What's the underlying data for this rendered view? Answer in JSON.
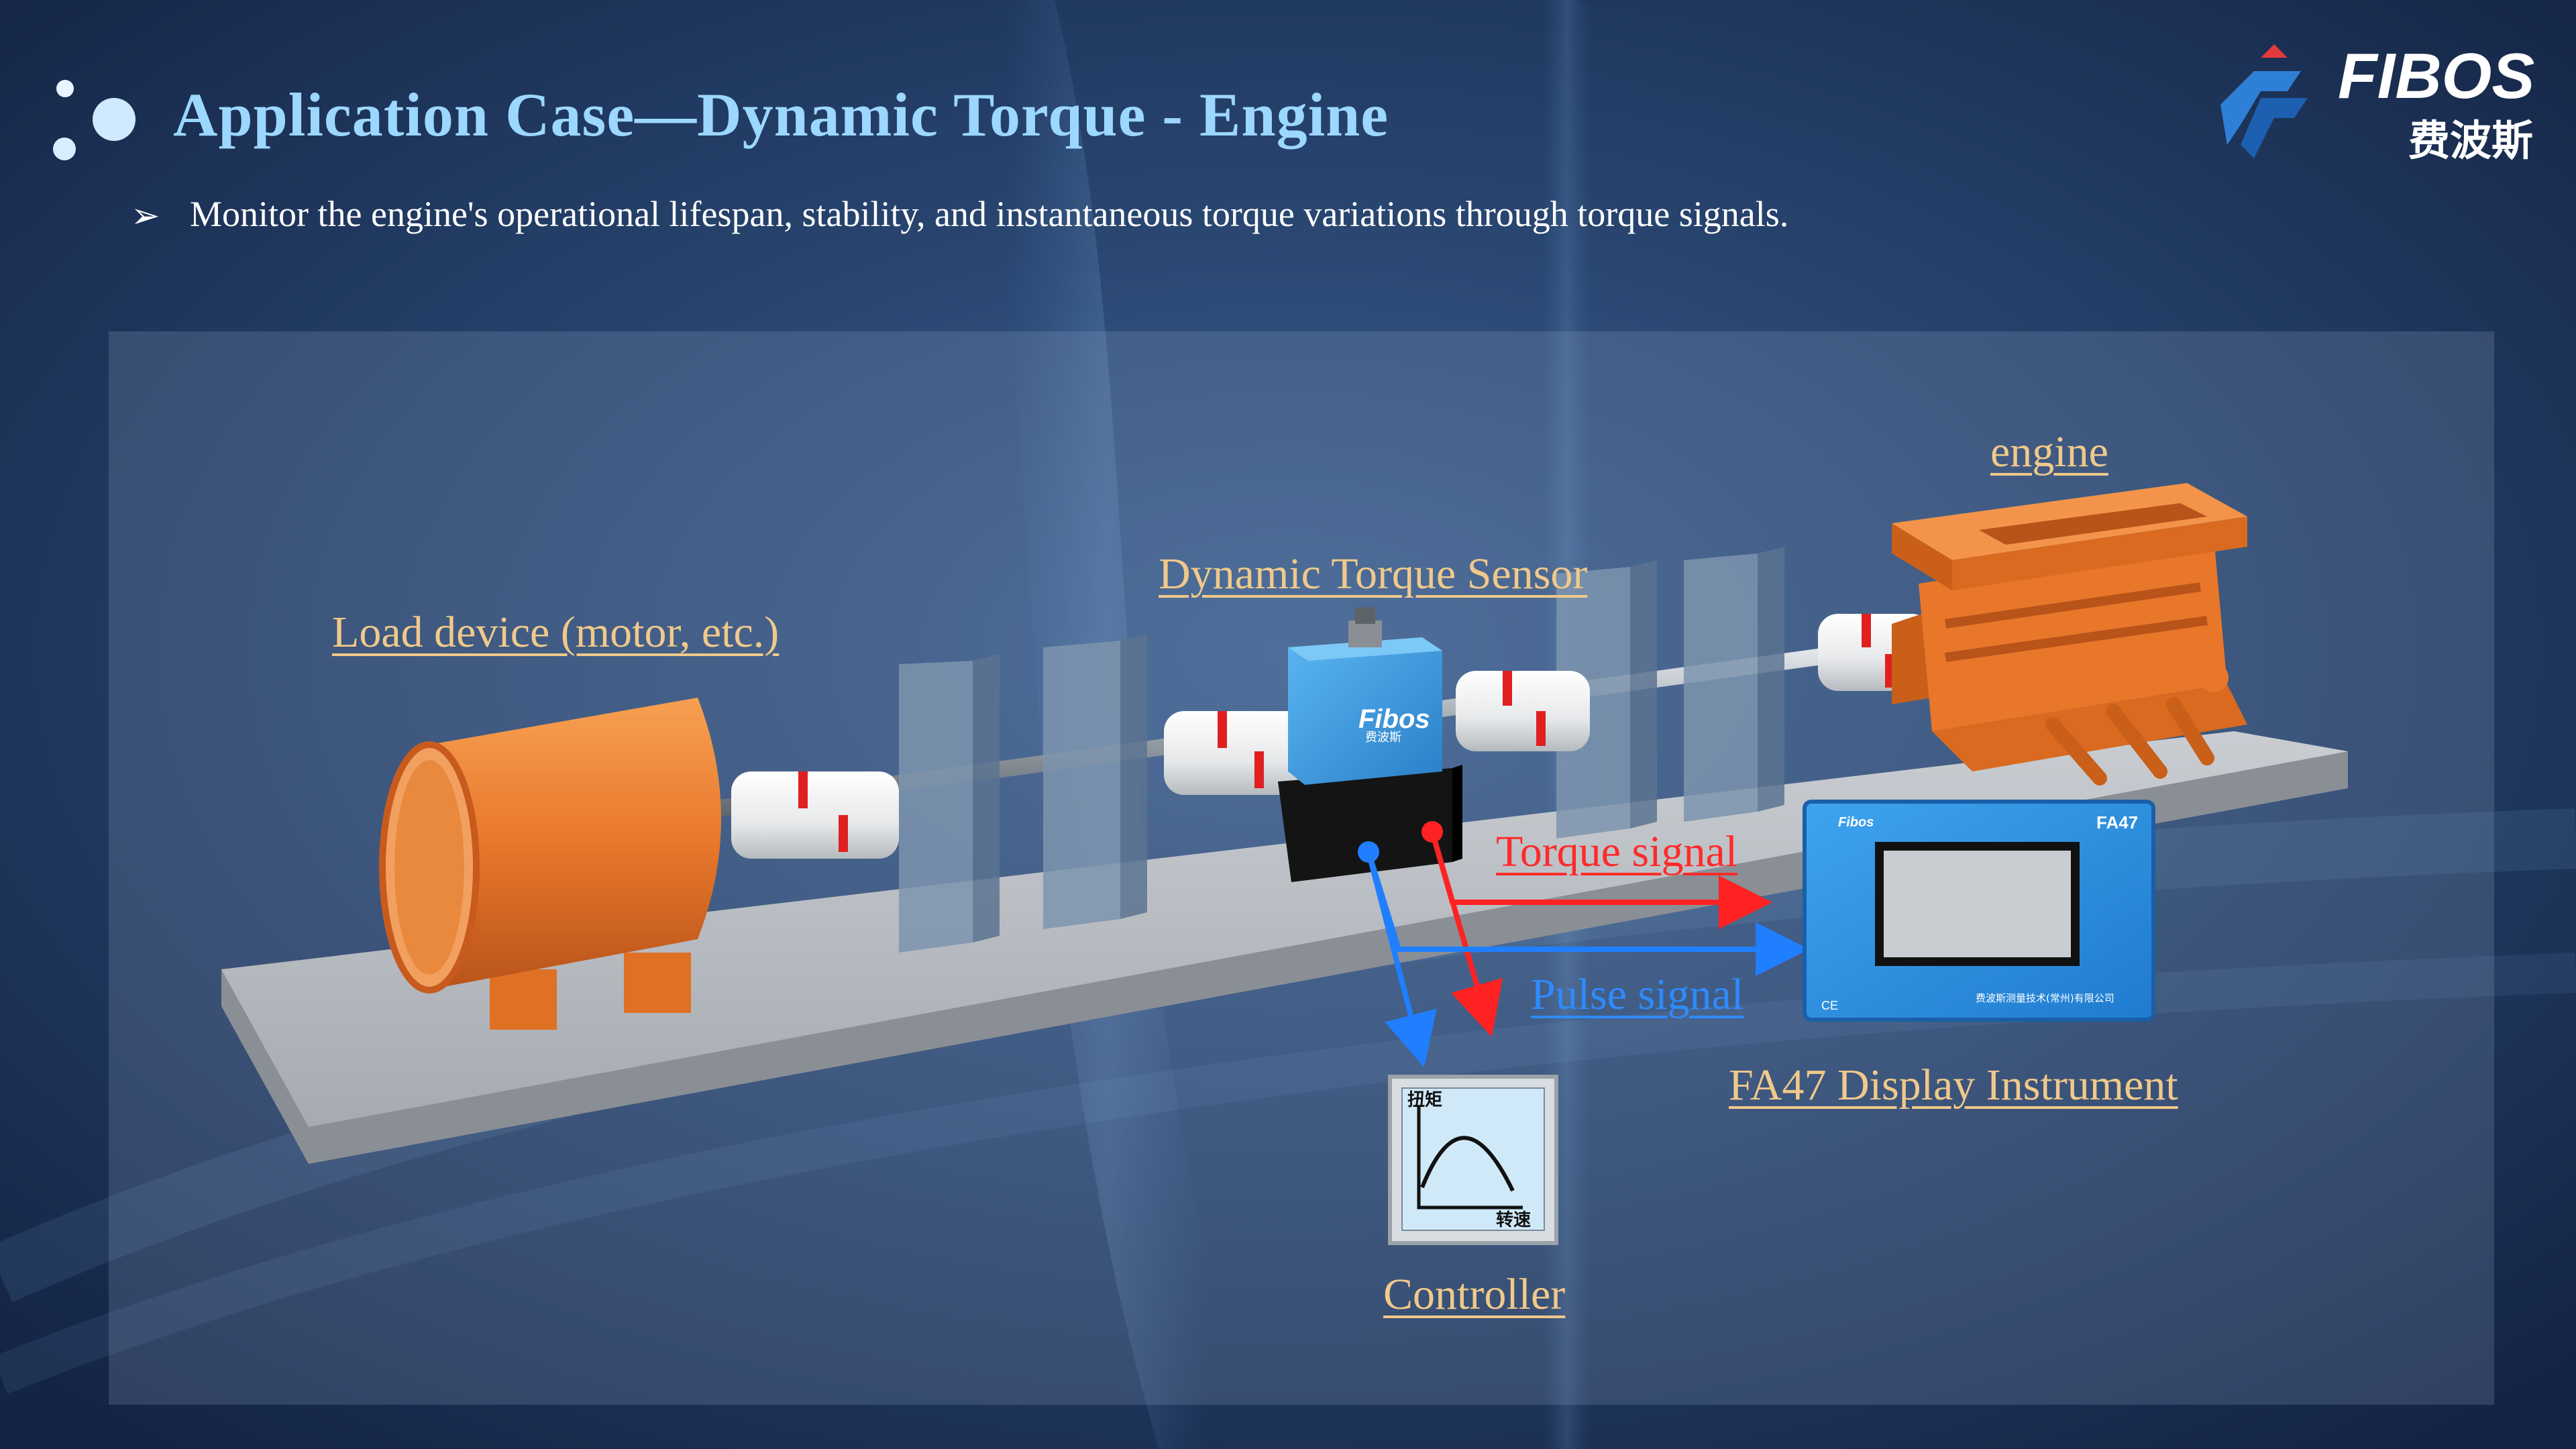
{
  "header": {
    "title": "Application Case—Dynamic Torque - Engine",
    "bullet": "Monitor the engine's operational lifespan, stability, and instantaneous torque variations through torque signals."
  },
  "logo": {
    "latin": "FIBOS",
    "chinese": "费波斯"
  },
  "labels": {
    "load_device": "Load device (motor, etc.)",
    "sensor": "Dynamic Torque Sensor",
    "engine": "engine",
    "torque_signal": "Torque signal",
    "pulse_signal": "Pulse signal",
    "display": "FA47 Display Instrument",
    "controller": "Controller"
  },
  "sensor_brand": "Fibos",
  "sensor_brand_cn": "费波斯",
  "instrument": {
    "model": "FA47",
    "brand": "Fibos",
    "company": "费波斯测量技术(常州)有限公司",
    "ce": "CE"
  },
  "controller_chart": {
    "y_label": "扭矩",
    "x_label": "转速"
  },
  "colors": {
    "title": "#9cd7ff",
    "label": "#f0c98a",
    "torque": "#ff2a2a",
    "pulse": "#2e8bff",
    "orange": "#e8772a",
    "sensor": "#3a9be0"
  }
}
